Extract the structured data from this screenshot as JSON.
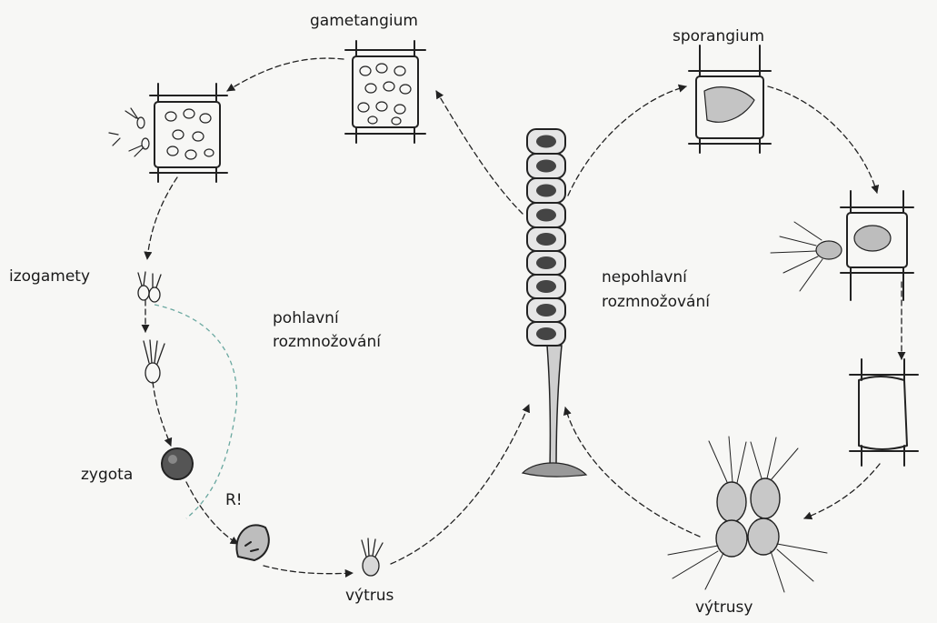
{
  "labels": {
    "gametangium": "gametangium",
    "sporangium": "sporangium",
    "izogamety": "izogamety",
    "pohlavni_line1": "pohlavní",
    "pohlavni_line2": "rozmnožování",
    "nepohlavni_line1": "nepohlavní",
    "nepohlavni_line2": "rozmnožování",
    "zygota": "zygota",
    "r_mark": "R!",
    "vytrus": "výtrus",
    "vytrusy": "výtrusy"
  },
  "colors": {
    "background": "#f7f7f5",
    "ink": "#222222",
    "meiosis_dashed": "#6aa8a0"
  }
}
